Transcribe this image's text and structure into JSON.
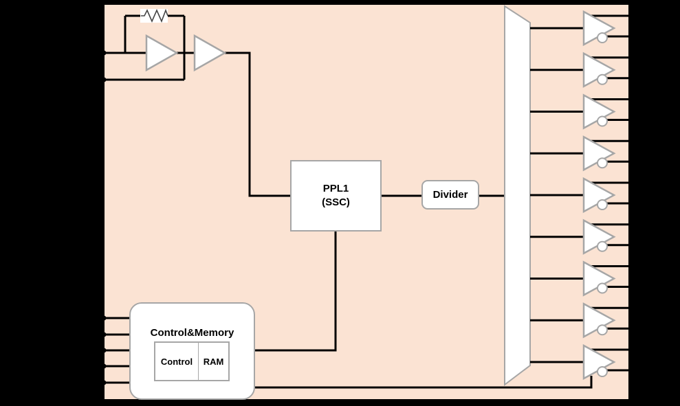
{
  "diagram": {
    "type": "clock-generator-block-diagram",
    "blocks": {
      "pll": {
        "line1": "PPL1",
        "line2": "(SSC)"
      },
      "divider": {
        "label": "Divider"
      },
      "control_memory": {
        "title": "Control&Memory",
        "control": "Control",
        "ram": "RAM"
      }
    },
    "oscillator": {
      "amp_count": 2,
      "feedback_resistor": true
    },
    "mux": {
      "shape": "trapezoid",
      "input_count": 1
    },
    "outputs": {
      "buffer_count": 9,
      "outputs_per_buffer": 2,
      "inverted_output_bubble": true
    },
    "pins": {
      "left_top_count": 2,
      "left_bottom_count": 5,
      "right_count": 18
    },
    "colors": {
      "chip_fill": "#FBE3D3",
      "shape_stroke": "#A6A6A6",
      "wire": "#000000",
      "background": "#000000",
      "block_fill": "#FFFFFF"
    },
    "icons": {
      "resistor": "feedback-resistor-icon",
      "amplifier": "amp-triangle-icon",
      "inverter_bubble": "inverted-output-bubble-icon"
    }
  }
}
